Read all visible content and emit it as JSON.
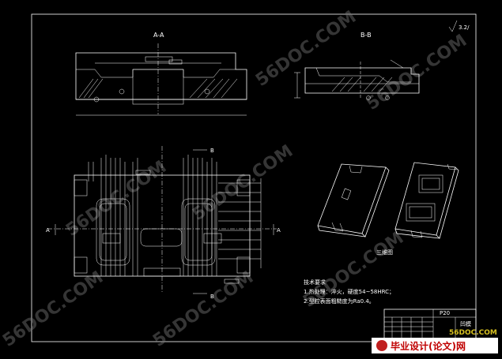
{
  "sections": {
    "aa": "A-A",
    "bb": "B-B",
    "b_marker": "B",
    "a_marker": "A"
  },
  "roughness": "3.2/",
  "view_3d_caption": "三维图",
  "notes": {
    "title": "技术要求",
    "line1": "1.热处理：淬火，硬度54~58HRC；",
    "line2": "2.型腔表面粗糙度为Ra0.4。"
  },
  "title_block": {
    "scale": "P20",
    "part_name": "凹模"
  },
  "logo": {
    "text": "毕业设计(论文)网",
    "url": "56DOC.COM"
  },
  "watermark": "56DOC.COM"
}
